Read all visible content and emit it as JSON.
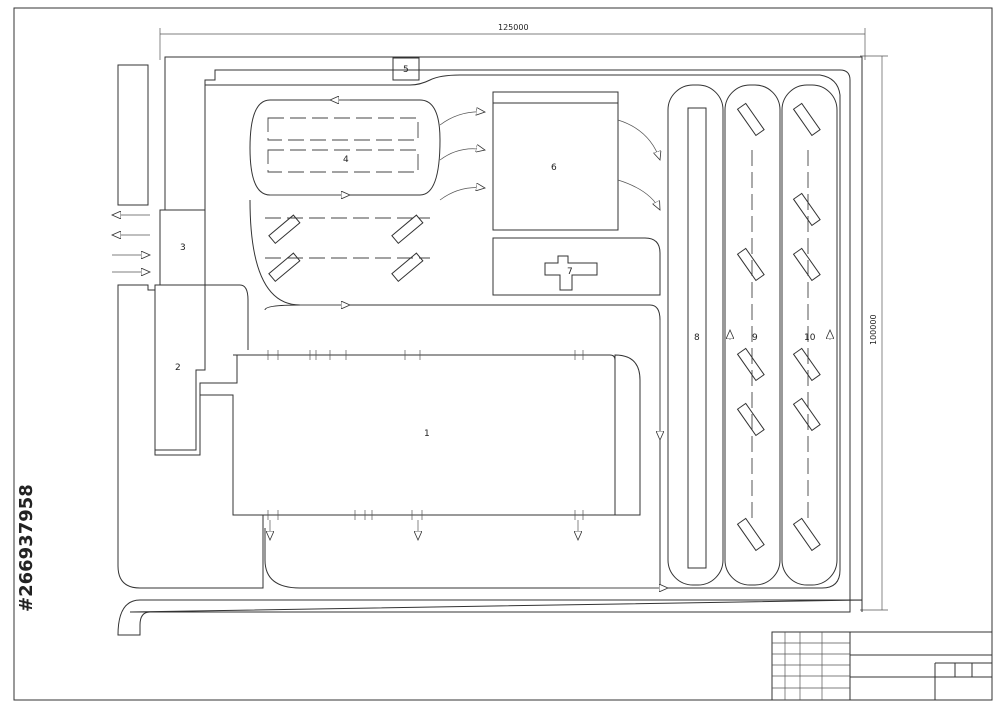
{
  "drawing": {
    "dimension_width": "125000",
    "dimension_height": "100000",
    "zone_labels": [
      "1",
      "2",
      "3",
      "4",
      "5",
      "6",
      "7",
      "8",
      "9",
      "10"
    ]
  },
  "watermark": {
    "text": "#266937958"
  },
  "title_block": {
    "rows": 6
  },
  "colors": {
    "line": "#333333",
    "background": "#ffffff"
  }
}
